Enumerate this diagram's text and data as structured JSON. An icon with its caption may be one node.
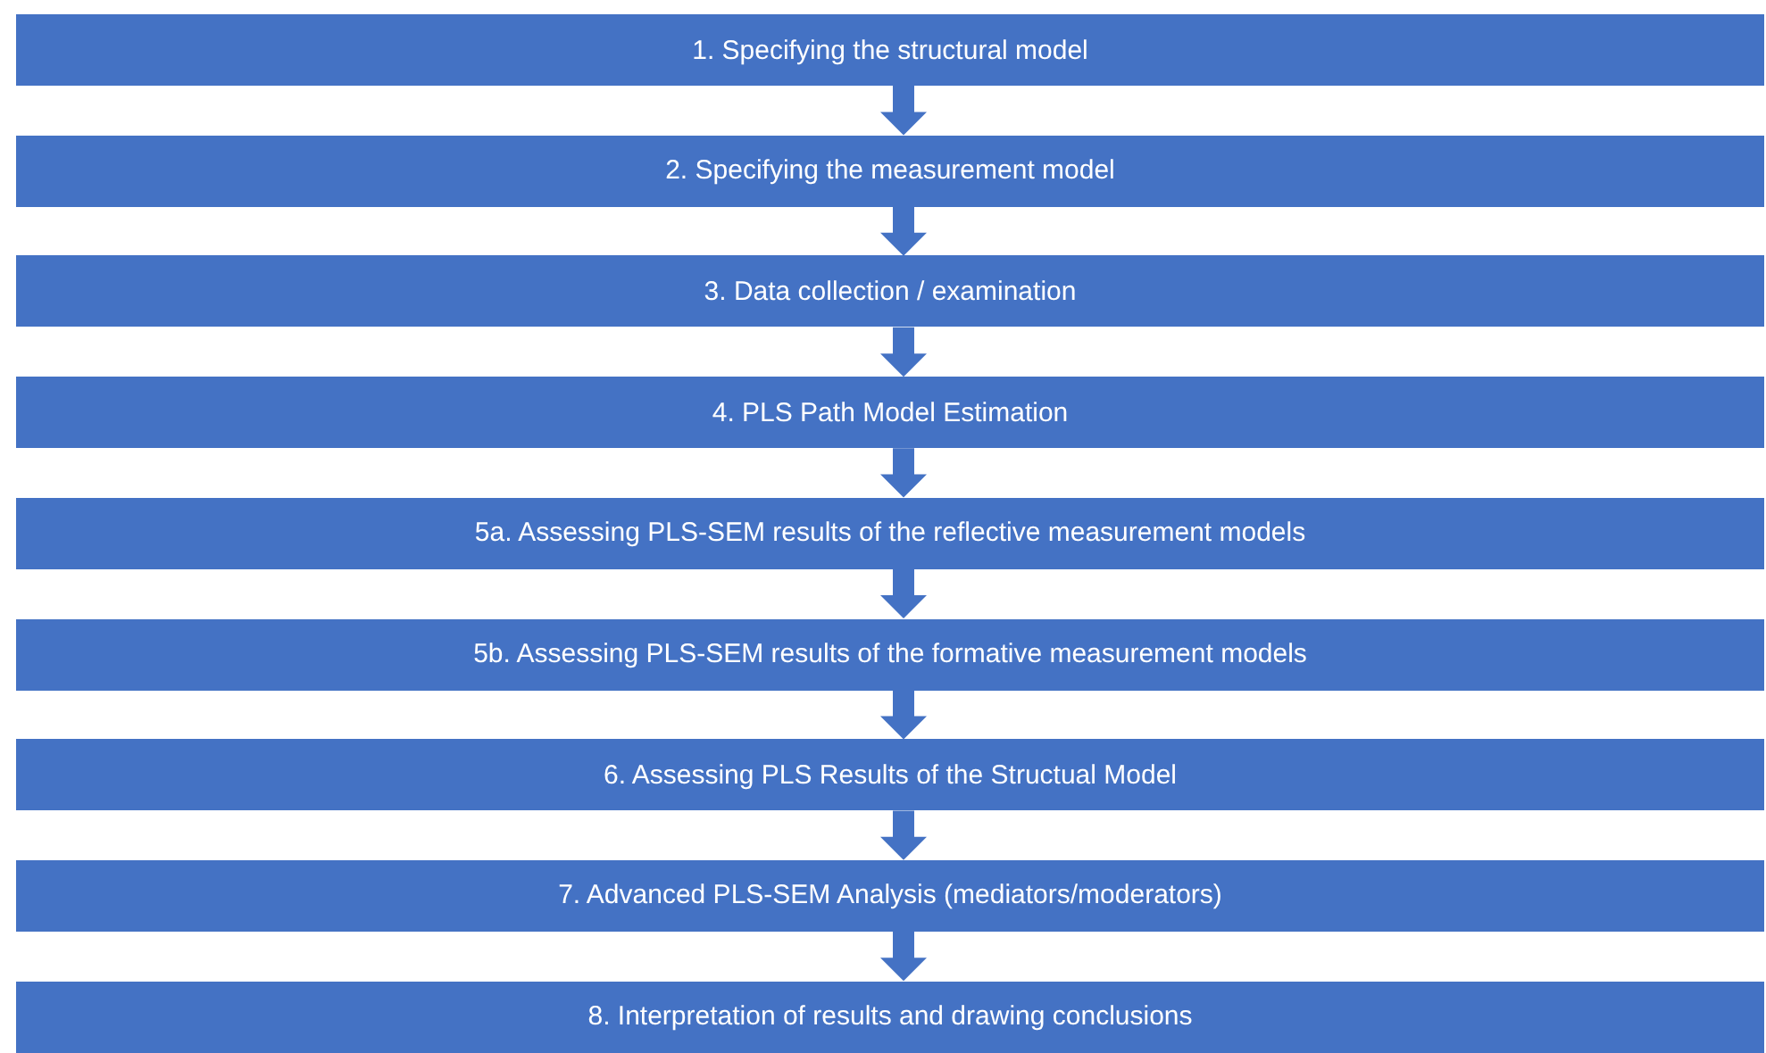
{
  "diagram": {
    "nodes": [
      {
        "text": [
          "1. Specifying the structural model"
        ]
      },
      {
        "text": [
          "2. Specifying the measurement model"
        ]
      },
      {
        "text": [
          "3. Data collection / examination"
        ]
      },
      {
        "text": [
          "4. PLS Path Model Estimation"
        ]
      },
      {
        "text": [
          "5a. Assessing PLS-SEM results of the reflective measurement models"
        ]
      },
      {
        "text": [
          "5b. Assessing PLS-SEM results of the formative measurement models"
        ]
      },
      {
        "text": [
          "6. Assessing PLS Results of the Structual Model"
        ]
      },
      {
        "text": [
          "7. Advanced PLS-SEM Analysis (mediators/moderators)"
        ]
      },
      {
        "text": [
          "8. Interpretation of results and drawing conclusions"
        ]
      }
    ],
    "edges": [
      {
        "from": 0,
        "to": 1,
        "arrow": "to"
      },
      {
        "from": 1,
        "to": 2,
        "arrow": "to"
      },
      {
        "from": 2,
        "to": 3,
        "arrow": "to"
      },
      {
        "from": 3,
        "to": 4,
        "arrow": "to"
      },
      {
        "from": 4,
        "to": 5,
        "arrow": "to"
      },
      {
        "from": 5,
        "to": 6,
        "arrow": "to"
      },
      {
        "from": 6,
        "to": 7,
        "arrow": "to"
      },
      {
        "from": 7,
        "to": 8,
        "arrow": "to"
      }
    ]
  }
}
